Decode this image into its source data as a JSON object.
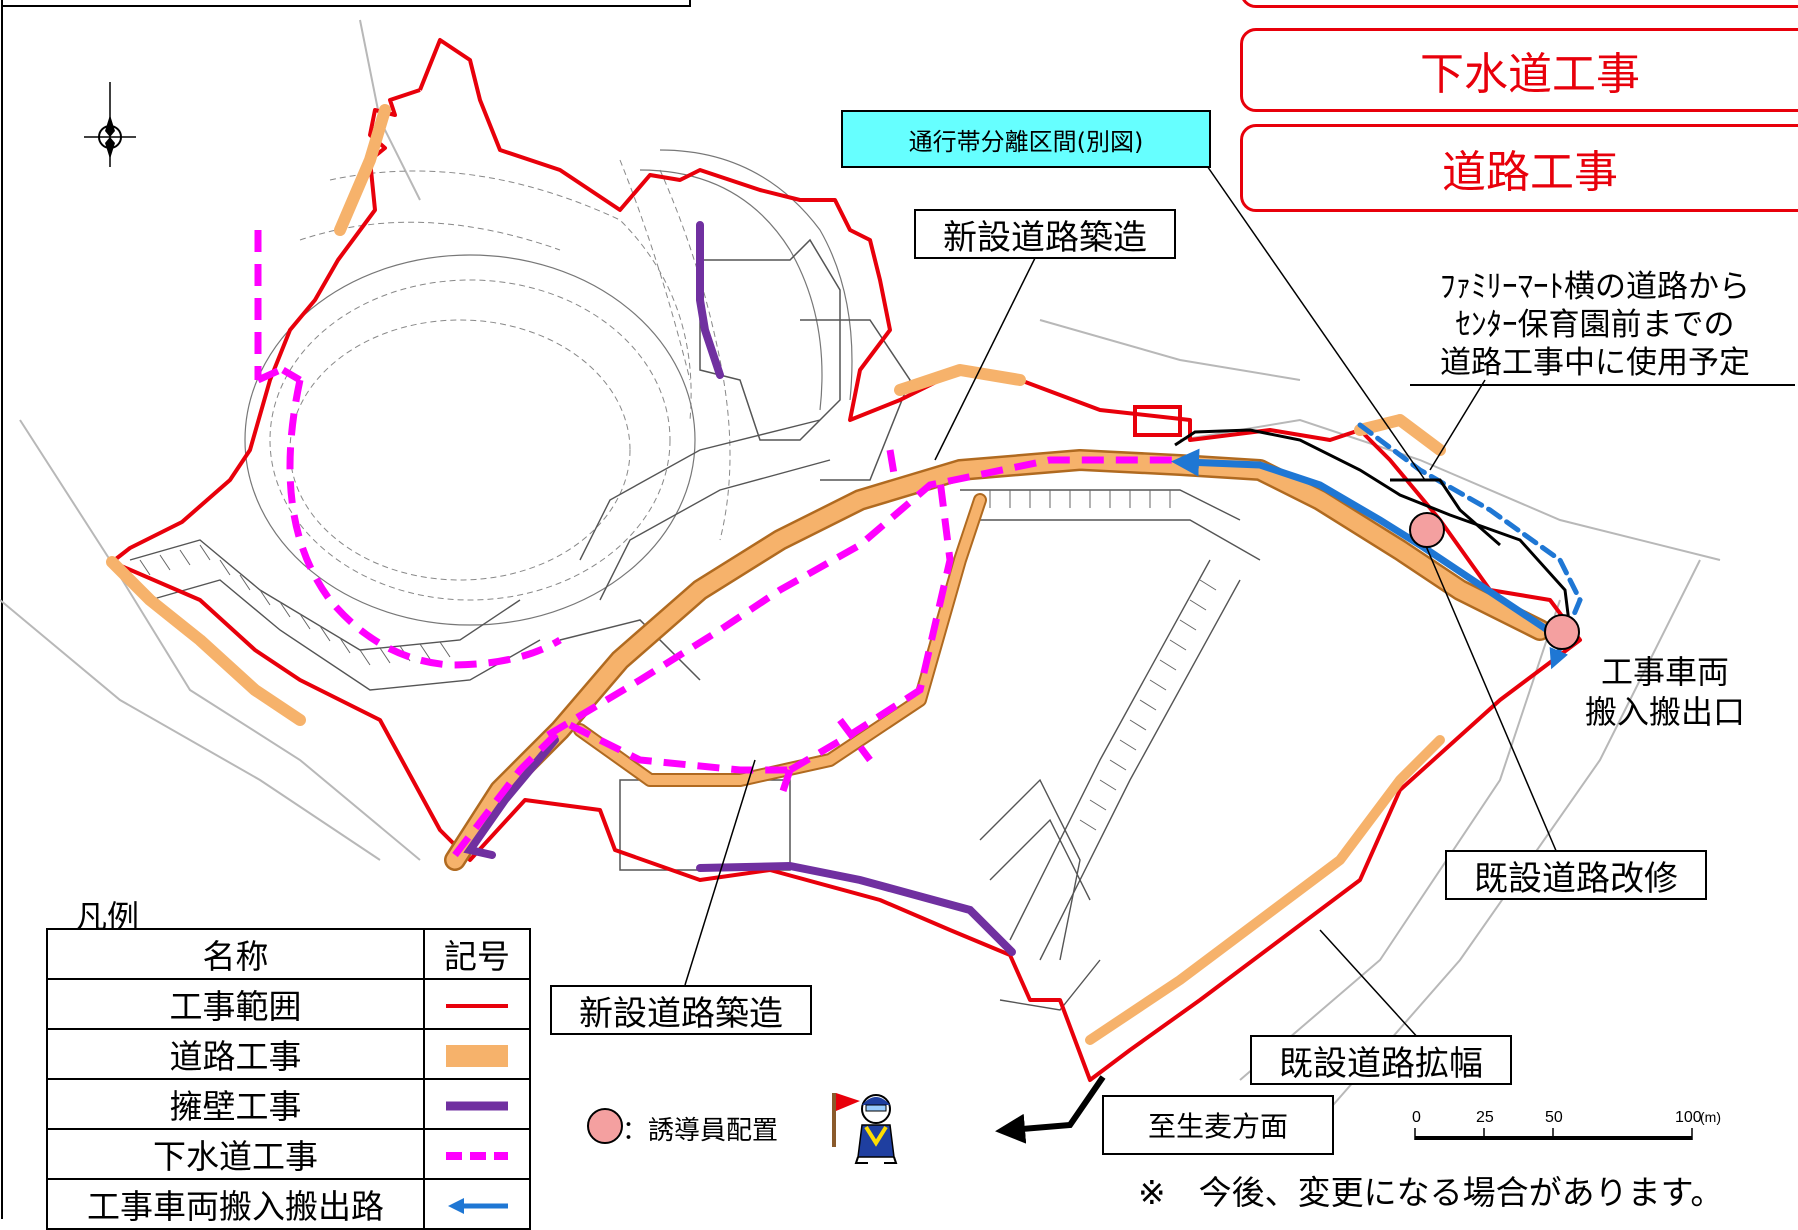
{
  "top_boxes": {
    "sewer_works": "下水道工事",
    "road_works": "道路工事"
  },
  "callouts": {
    "traffic_separation": "通行帯分離区間(別図)",
    "new_road_top": "新設道路築造",
    "new_road_bottom": "新設道路築造",
    "existing_road_repair": "既設道路改修",
    "existing_road_widening": "既設道路拡幅",
    "to_direction": "至生麦方面"
  },
  "annotations": {
    "familymart_line1": "ﾌｧﾐﾘｰﾏｰﾄ横の道路から",
    "familymart_line2": "ｾﾝﾀｰ保育園前までの",
    "familymart_line3": "道路工事中に使用予定",
    "vehicle_gate_line1": "工事車両",
    "vehicle_gate_line2": "搬入搬出口"
  },
  "legend": {
    "title": "凡例",
    "header_name": "名称",
    "header_symbol": "記号",
    "rows": [
      {
        "name": "工事範囲",
        "style": "red-line"
      },
      {
        "name": "道路工事",
        "style": "orange-fill"
      },
      {
        "name": "擁壁工事",
        "style": "purple-line"
      },
      {
        "name": "下水道工事",
        "style": "magenta-dash"
      },
      {
        "name": "工事車両搬入搬出路",
        "style": "blue-arrow"
      }
    ]
  },
  "guide": {
    "label": "：誘導員配置"
  },
  "scale_bar": {
    "ticks": [
      "0",
      "25",
      "50",
      "100"
    ],
    "unit": "(m)"
  },
  "footer_note": "※　今後、変更になる場合があります。",
  "colors": {
    "boundary_red": "#e8000b",
    "road_orange": "#f6b26b",
    "retaining_purple": "#7030a0",
    "sewer_magenta": "#ff00ff",
    "vehicle_blue": "#1f77d4",
    "callout_cyan": "#66ffff",
    "guide_circle": "#f4a0a0"
  },
  "icons": [
    "compass-rose-icon",
    "flagman-icon",
    "guide-circle-icon"
  ]
}
